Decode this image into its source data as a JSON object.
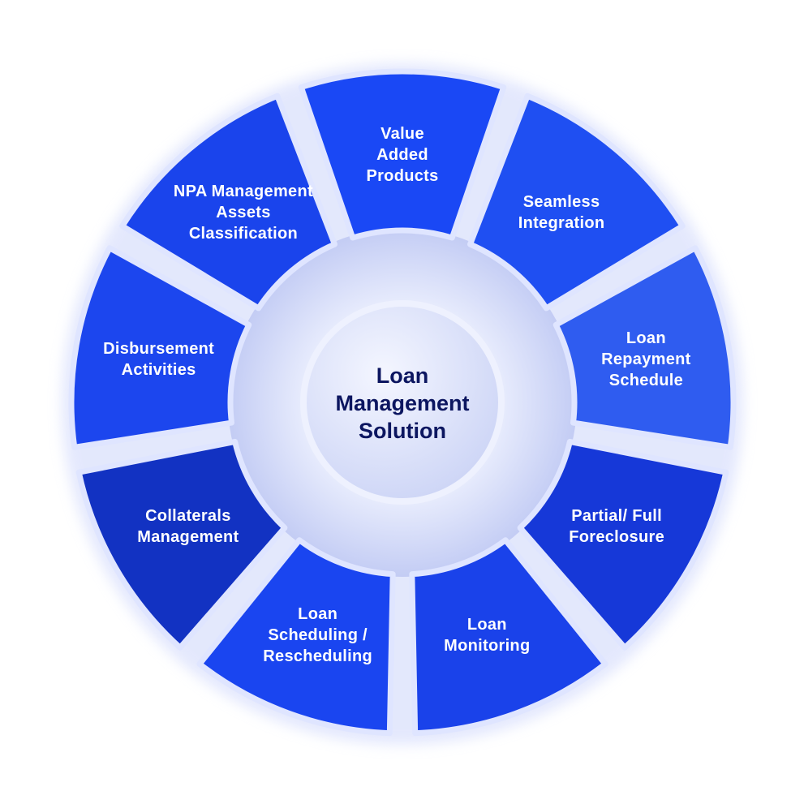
{
  "center": {
    "lines": [
      "Loan",
      "Management",
      "Solution"
    ]
  },
  "segments": [
    {
      "lines": [
        "Value",
        "Added",
        "Products"
      ],
      "color": "#1a48f5"
    },
    {
      "lines": [
        "Seamless",
        "Integration"
      ],
      "color": "#1f4ff2"
    },
    {
      "lines": [
        "Loan",
        "Repayment",
        "Schedule"
      ],
      "color": "#2f5cf0"
    },
    {
      "lines": [
        "Partial/ Full",
        "Foreclosure"
      ],
      "color": "#1638d8"
    },
    {
      "lines": [
        "Loan",
        "Monitoring"
      ],
      "color": "#1a42ea"
    },
    {
      "lines": [
        "Loan",
        "Scheduling /",
        "Rescheduling"
      ],
      "color": "#1a45f0"
    },
    {
      "lines": [
        "Collaterals",
        "Management"
      ],
      "color": "#1232c2"
    },
    {
      "lines": [
        "Disbursement",
        "Activities"
      ],
      "color": "#1c46ee"
    },
    {
      "lines": [
        "NPA Management",
        "Assets",
        "Classification"
      ],
      "color": "#1a44ec"
    }
  ],
  "colors": {
    "ring": "#cbd3f7",
    "center": "#e4e9fc",
    "border": "#dfe5ff",
    "title": "#0c1660"
  }
}
